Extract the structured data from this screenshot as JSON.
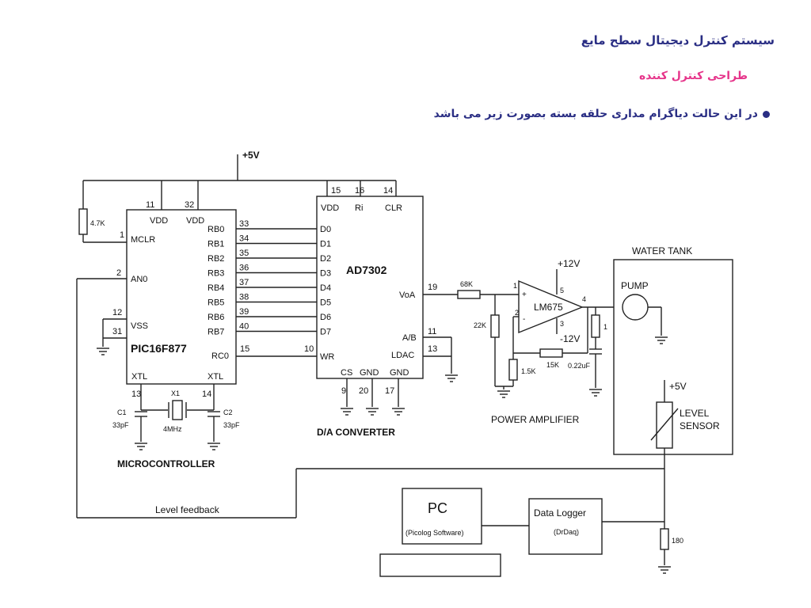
{
  "header": {
    "title": "سیستم کنترل دیجیتال سطح مایع",
    "subtitle": "طراحی کنترل کننده",
    "bullet": "در این حالت دیاگرام مداری حلقه بسته بصورت زیر می باشد"
  },
  "colors": {
    "title": "#2a2e84",
    "subtitle": "#e6348a",
    "wire": "#222222"
  },
  "circuit": {
    "supply_top": "+5V",
    "r_mclr": "4.7K",
    "mcu": {
      "part": "PIC16F877",
      "caption": "MICROCONTROLLER",
      "vdd1": "VDD",
      "vdd2": "VDD",
      "vdd1_pin": "11",
      "vdd2_pin": "32",
      "mclr": "MCLR",
      "mclr_pin": "1",
      "an0": "AN0",
      "an0_pin": "2",
      "vss": "VSS",
      "vss_pin1": "12",
      "vss_pin2": "31",
      "xtl1": "XTL",
      "xtl2": "XTL",
      "xtl1_pin": "13",
      "xtl2_pin": "14",
      "rc0": "RC0",
      "rc0_pin": "15",
      "rb": [
        "RB0",
        "RB1",
        "RB2",
        "RB3",
        "RB4",
        "RB5",
        "RB6",
        "RB7"
      ],
      "rb_pins": [
        "33",
        "34",
        "35",
        "36",
        "37",
        "38",
        "39",
        "40"
      ]
    },
    "crystal": {
      "x1": "X1",
      "freq": "4MHz",
      "c1": "C1",
      "c1v": "33pF",
      "c2": "C2",
      "c2v": "33pF"
    },
    "dac": {
      "part": "AD7302",
      "caption": "D/A CONVERTER",
      "top_pins": [
        "15",
        "16",
        "14"
      ],
      "top_labels": [
        "VDD",
        "Ri",
        "CLR"
      ],
      "d": [
        "D0",
        "D1",
        "D2",
        "D3",
        "D4",
        "D5",
        "D6",
        "D7"
      ],
      "wr": "WR",
      "wr_pin": "10",
      "voa": "VoA",
      "voa_pin": "19",
      "ab": "A/B",
      "ab_pin": "11",
      "ldac": "LDAC",
      "ldac_pin": "13",
      "cs": "CS",
      "gnd1": "GND",
      "gnd2": "GND",
      "bot_pins": [
        "9",
        "20",
        "17"
      ]
    },
    "amp": {
      "part": "LM675",
      "caption": "POWER AMPLIFIER",
      "vpos": "+12V",
      "vneg": "-12V",
      "pin1": "1",
      "pin2": "2",
      "pin3": "3",
      "pin4": "4",
      "pin5": "5",
      "plus": "+",
      "minus": "-",
      "r_in": "68K",
      "r_22k": "22K",
      "r_15k": "1.5K",
      "r_fb": "15K",
      "c_out": "0.22uF",
      "r_1": "1"
    },
    "tank": {
      "title": "WATER TANK",
      "pump": "PUMP",
      "sensor_supply": "+5V",
      "sensor_l1": "LEVEL",
      "sensor_l2": "SENSOR"
    },
    "feedback": "Level feedback",
    "pc": {
      "title": "PC",
      "sub": "(Picolog Software)"
    },
    "logger": {
      "title": "Data Logger",
      "sub": "(DrDaq)"
    },
    "r_180": "180"
  }
}
